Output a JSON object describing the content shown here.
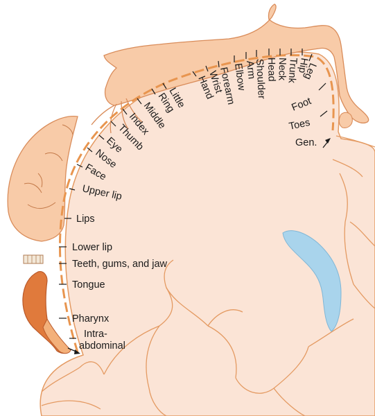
{
  "diagram": {
    "colors": {
      "cortex_fill": "#fbe4d6",
      "cortex_line": "#e49a62",
      "dashed_line": "#e8954f",
      "ventricle": "#a9d4ec",
      "body_fill": "#f8cba8",
      "tongue_fill": "#e07a3c",
      "text": "#1a1a1a"
    },
    "labels": {
      "little": "Little",
      "ring": "Ring",
      "middle": "Middle",
      "index": "Index",
      "thumb": "Thumb",
      "eye": "Eye",
      "nose": "Nose",
      "face": "Face",
      "hand": "Hand",
      "wrist": "Wrist",
      "forearm": "Forearm",
      "elbow": "Elbow",
      "arm": "Arm",
      "shoulder": "Shoulder",
      "head": "Head",
      "neck": "Neck",
      "trunk": "Trunk",
      "hip": "Hip",
      "leg": "Leg",
      "foot": "Foot",
      "toes": "Toes",
      "gen": "Gen.",
      "upper_lip": "Upper lip",
      "lips": "Lips",
      "lower_lip": "Lower lip",
      "teeth": "Teeth, gums, and jaw",
      "tongue": "Tongue",
      "pharynx": "Pharynx",
      "intra1": "Intra-",
      "intra2": "abdominal"
    }
  }
}
